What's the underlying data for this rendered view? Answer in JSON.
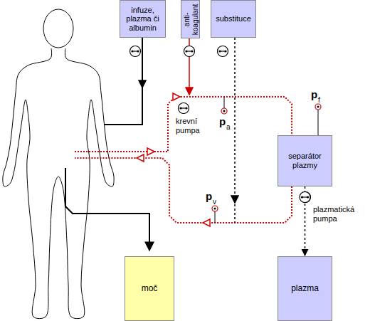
{
  "diagram": {
    "nodes": [
      {
        "text": [
          "infuze, plazma či albumin"
        ]
      },
      {
        "text": [
          "anti- koagulant"
        ]
      },
      {
        "text": [
          "substituce"
        ]
      },
      {
        "text": [
          "separátor plazmy"
        ]
      },
      {
        "text": [
          "moč"
        ]
      },
      {
        "text": [
          "plazma"
        ]
      }
    ],
    "edges": [
      {
        "from": 3,
        "to": 5,
        "arrow": "to"
      }
    ],
    "labels": [
      "krevní pumpa",
      "p",
      "a",
      "p",
      "f",
      "p",
      "v",
      "plazmatická pumpa"
    ]
  }
}
